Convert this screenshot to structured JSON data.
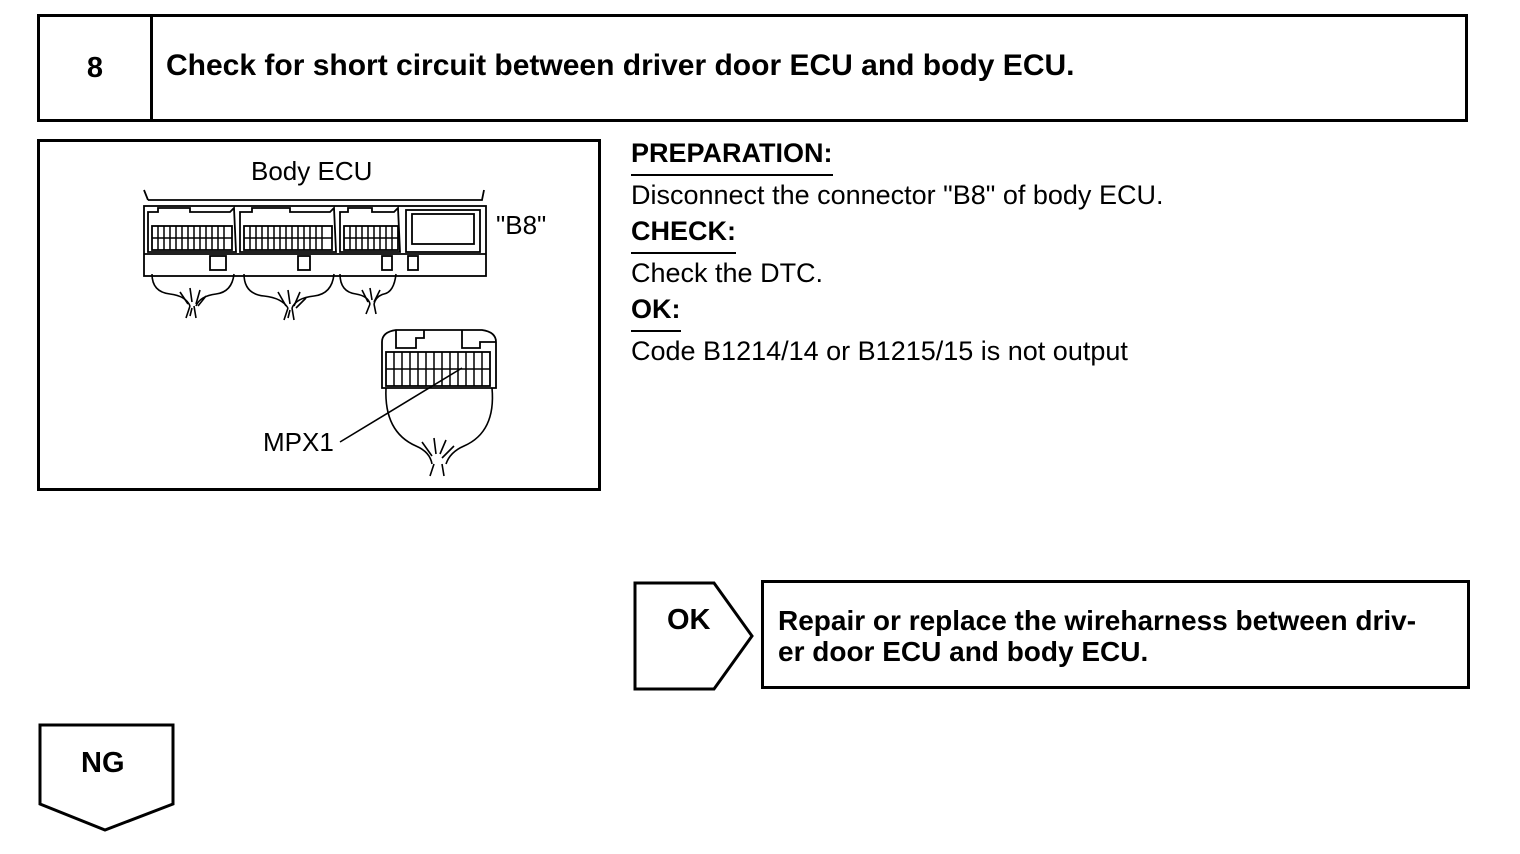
{
  "step": {
    "number": "8",
    "title": "Check for short circuit between driver door ECU and body ECU."
  },
  "figure": {
    "component_label": "Body ECU",
    "connector_label": "\"B8\"",
    "terminal_label": "MPX1"
  },
  "preparation": {
    "heading": "PREPARATION:",
    "text": "Disconnect the connector \"B8\" of body ECU."
  },
  "check": {
    "heading": "CHECK:",
    "text": "Check the DTC."
  },
  "ok_spec": {
    "heading": "OK:",
    "text": "Code B1214/14 or B1215/15 is not output"
  },
  "ok_result": {
    "label": "OK",
    "line1": "Repair or replace the wireharness between driv-",
    "line2": "er door ECU and body ECU."
  },
  "ng_result": {
    "label": "NG"
  },
  "colors": {
    "ink": "#000000",
    "paper": "#ffffff"
  }
}
